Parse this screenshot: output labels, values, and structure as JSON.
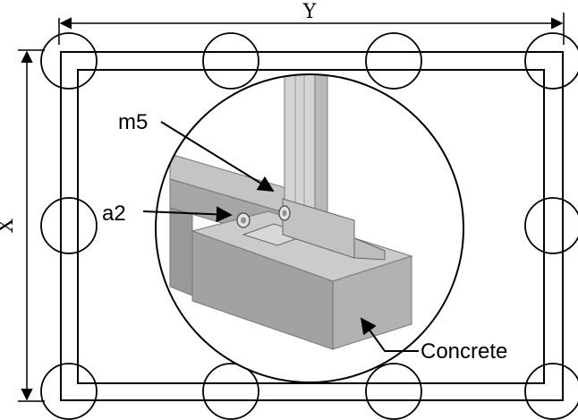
{
  "dimensions": {
    "width_label": "Y",
    "height_label": "X"
  },
  "callouts": {
    "m5": "m5",
    "a2": "a2",
    "concrete": "Concrete"
  },
  "colors": {
    "line": "#000000",
    "column_light": "#d9d9d9",
    "column_dark": "#bcbcbc",
    "beam_front": "#9e9e9e",
    "beam_top": "#c7c7c7",
    "beam_side": "#a9a9a9",
    "block_front": "#a3a3a3",
    "block_top": "#cdcdcd",
    "block_side": "#b0b0b0",
    "plate": "#d6d6d6"
  }
}
